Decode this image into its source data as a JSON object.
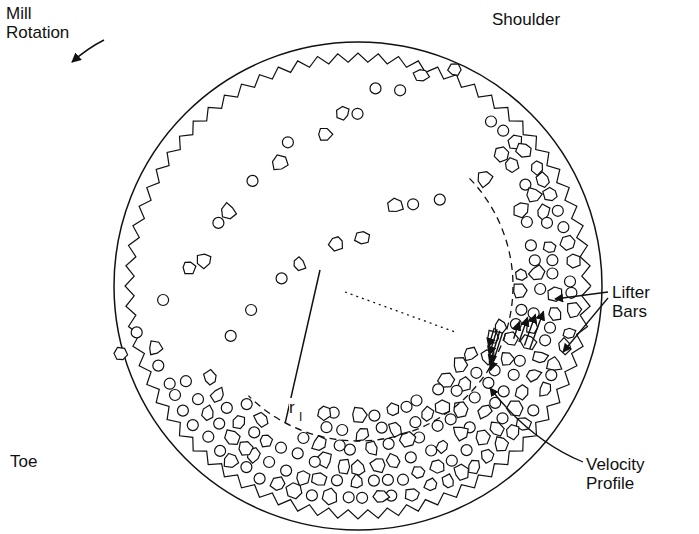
{
  "diagram": {
    "labels": [
      "Mill Rotation",
      "Shoulder",
      "Lifter Bars",
      "Toe",
      "Velocity Profile",
      "r",
      "I"
    ]
  }
}
